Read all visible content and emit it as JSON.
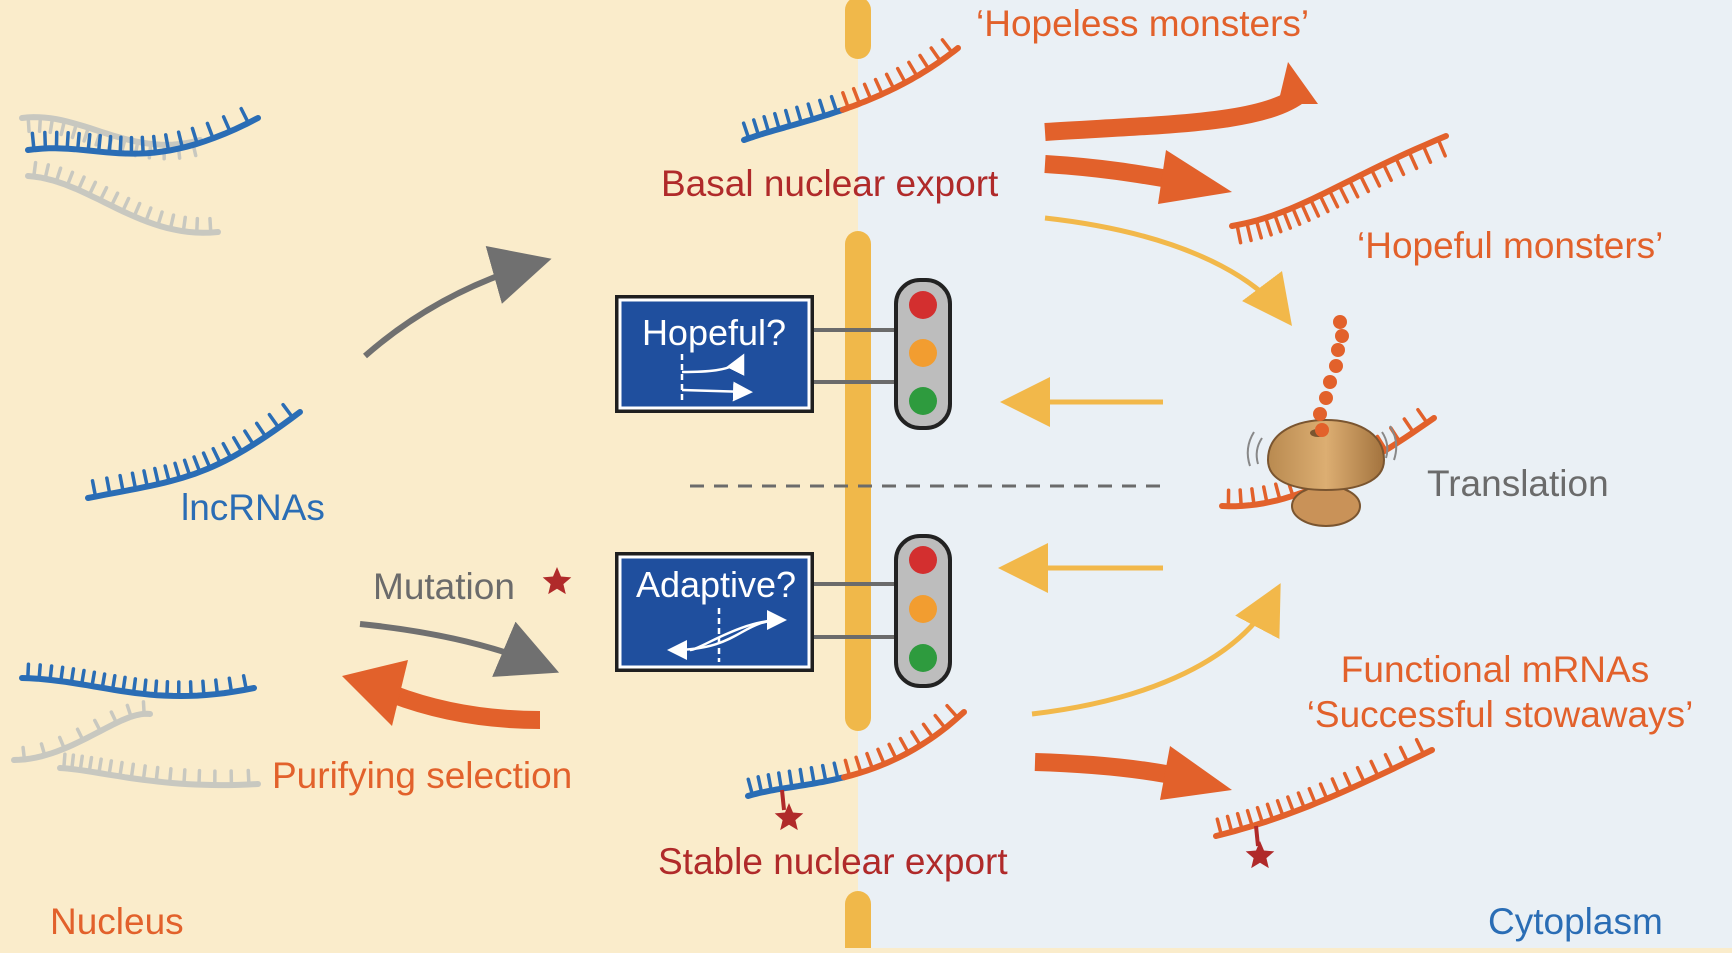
{
  "labels": {
    "hopeless_monsters": "‘Hopeless monsters’",
    "basal_export": "Basal nuclear export",
    "hopeful_monsters": "‘Hopeful monsters’",
    "translation": "Translation",
    "lncrnas": "lncRNAs",
    "mutation": "Mutation",
    "purifying_selection": "Purifying selection",
    "stable_export": "Stable nuclear export",
    "functional_mrnas": "Functional mRNAs",
    "successful_stowaways": "‘Successful stowaways’",
    "nucleus": "Nucleus",
    "cytoplasm": "Cytoplasm"
  },
  "signs": {
    "hopeful": "Hopeful?",
    "adaptive": "Adaptive?"
  },
  "colors": {
    "nucleus_bg": "#faeccb",
    "cytoplasm_bg": "#eaf0f5",
    "membrane": "#f0b84a",
    "orange": "#e2612b",
    "dark_red": "#b02a2a",
    "blue": "#2a6db5",
    "gray": "#6b6b6b",
    "sign_blue": "#1f4f9e",
    "light_yellow_arrow": "#f2b84a",
    "light_gray_rna": "#c8c8c0",
    "cytoplasm_label": "#2a6db5"
  },
  "traffic_lights": [
    {
      "id": "upper",
      "lights": [
        "red",
        "orange",
        "green"
      ]
    },
    {
      "id": "lower",
      "lights": [
        "red",
        "orange",
        "green"
      ]
    }
  ]
}
